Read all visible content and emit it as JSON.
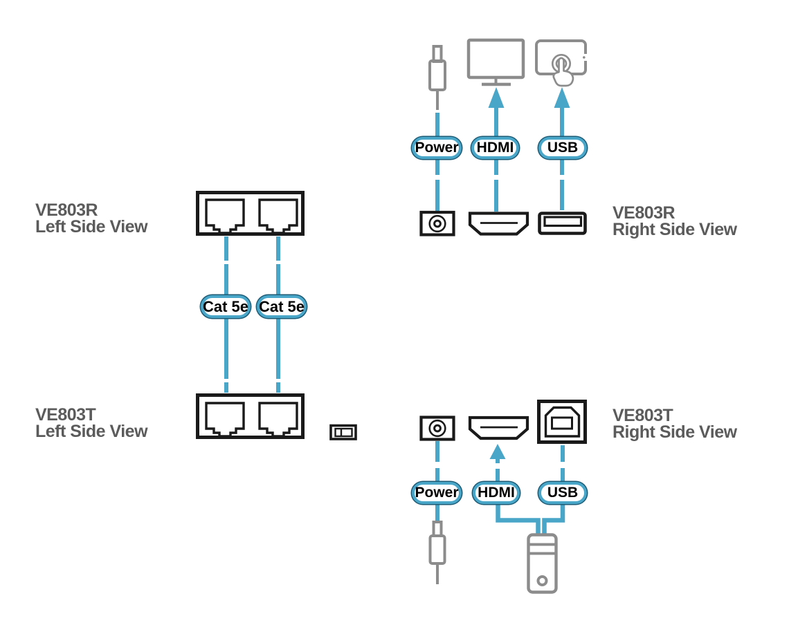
{
  "panels": {
    "ve803r_left": {
      "name": "VE803R",
      "view": "Left Side View"
    },
    "ve803r_right": {
      "name": "VE803R",
      "view": "Right Side View"
    },
    "ve803t_left": {
      "name": "VE803T",
      "view": "Left Side View"
    },
    "ve803t_right": {
      "name": "VE803T",
      "view": "Right Side View"
    }
  },
  "connectors": {
    "receiver": {
      "power": "Power",
      "hdmi": "HDMI",
      "usb": "USB"
    },
    "transmitter": {
      "power": "Power",
      "hdmi": "HDMI",
      "usb": "USB"
    },
    "cables": {
      "left": "Cat 5e",
      "right": "Cat 5e"
    }
  },
  "colors": {
    "cable_blue": "#4AA6C8",
    "device_gray": "#8C8C8C",
    "label_gray": "#5B5B5B",
    "port_black": "#1A1A1A",
    "pill_outline_dark": "#1C5A74",
    "background": "#FFFFFF"
  },
  "icons": {
    "power_plug": "power-plug-icon",
    "monitor": "monitor-icon",
    "touchscreen": "touchscreen-icon",
    "arrow_up": "arrow-up-icon",
    "dc_jack": "dc-jack-port-icon",
    "hdmi_port": "hdmi-port-icon",
    "usb_a_port": "usb-a-port-icon",
    "usb_b_port": "usb-b-port-icon",
    "rj45_port": "rj45-port-icon",
    "toggle_switch": "toggle-switch-icon",
    "computer_tower": "computer-tower-icon"
  }
}
